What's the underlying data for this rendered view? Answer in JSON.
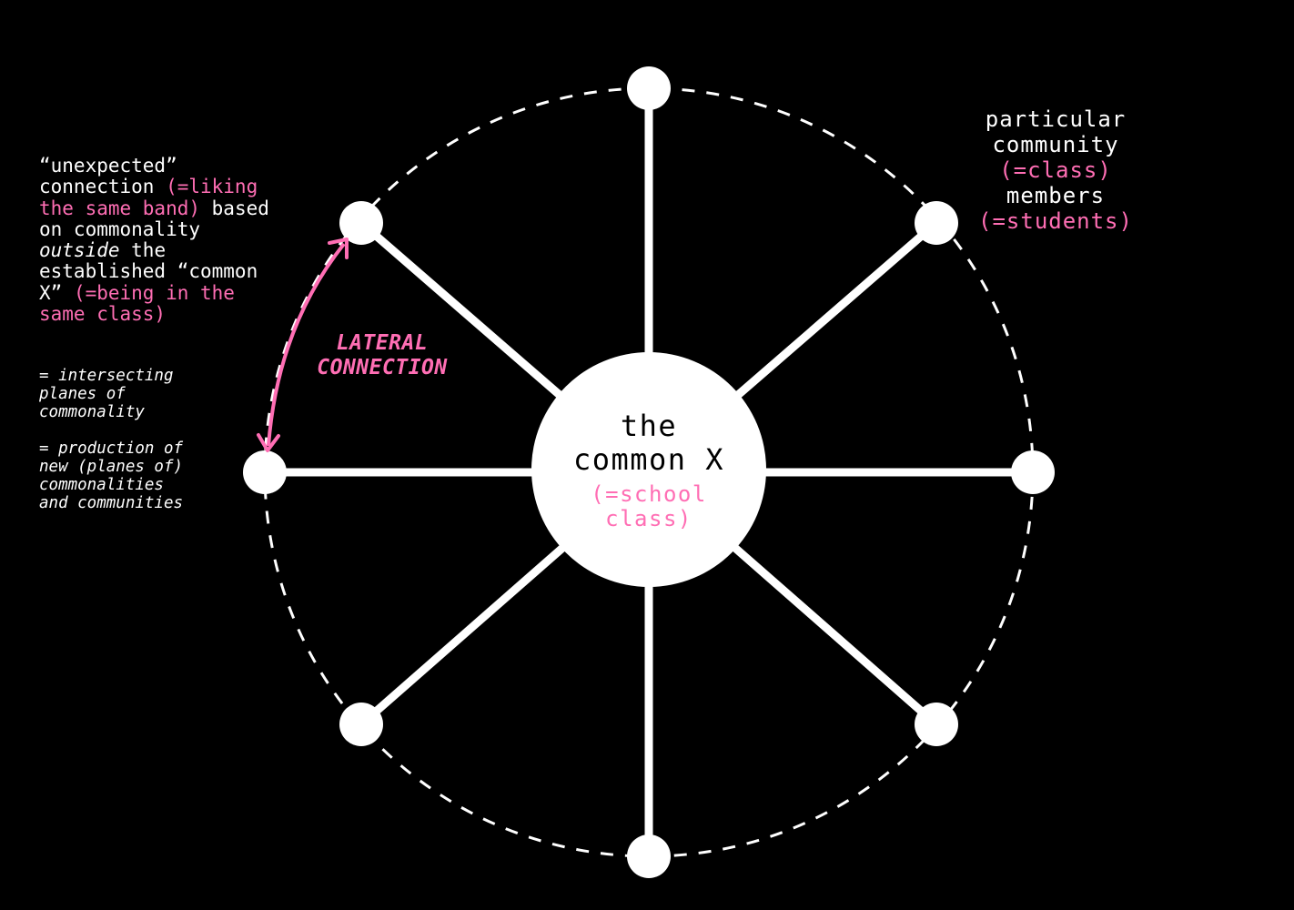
{
  "center": {
    "title_line1": "the",
    "title_line2": "common X",
    "subtitle_line1": "(=school",
    "subtitle_line2": "class)"
  },
  "right_note": {
    "line1": "particular",
    "line2": "community",
    "line3": "(=class)",
    "line4": "members",
    "line5": "(=students)"
  },
  "left_note": {
    "part1": "“unexpected”\nconnection ",
    "part2": "(=liking\nthe same band)",
    "part3": " based\non commonality\n",
    "part4": "outside",
    "part5": " the\nestablished “common\nX” ",
    "part6": "(=being in the\nsame class)"
  },
  "equations": {
    "eq1": "= intersecting\nplanes of\ncommonality",
    "eq2": "= production of\nnew (planes of)\ncommonalities\nand communities"
  },
  "lateral_label": {
    "line1": "LATERAL",
    "line2": "CONNECTION"
  },
  "colors": {
    "background": "#000000",
    "foreground": "#ffffff",
    "accent": "#ff6eb4"
  }
}
